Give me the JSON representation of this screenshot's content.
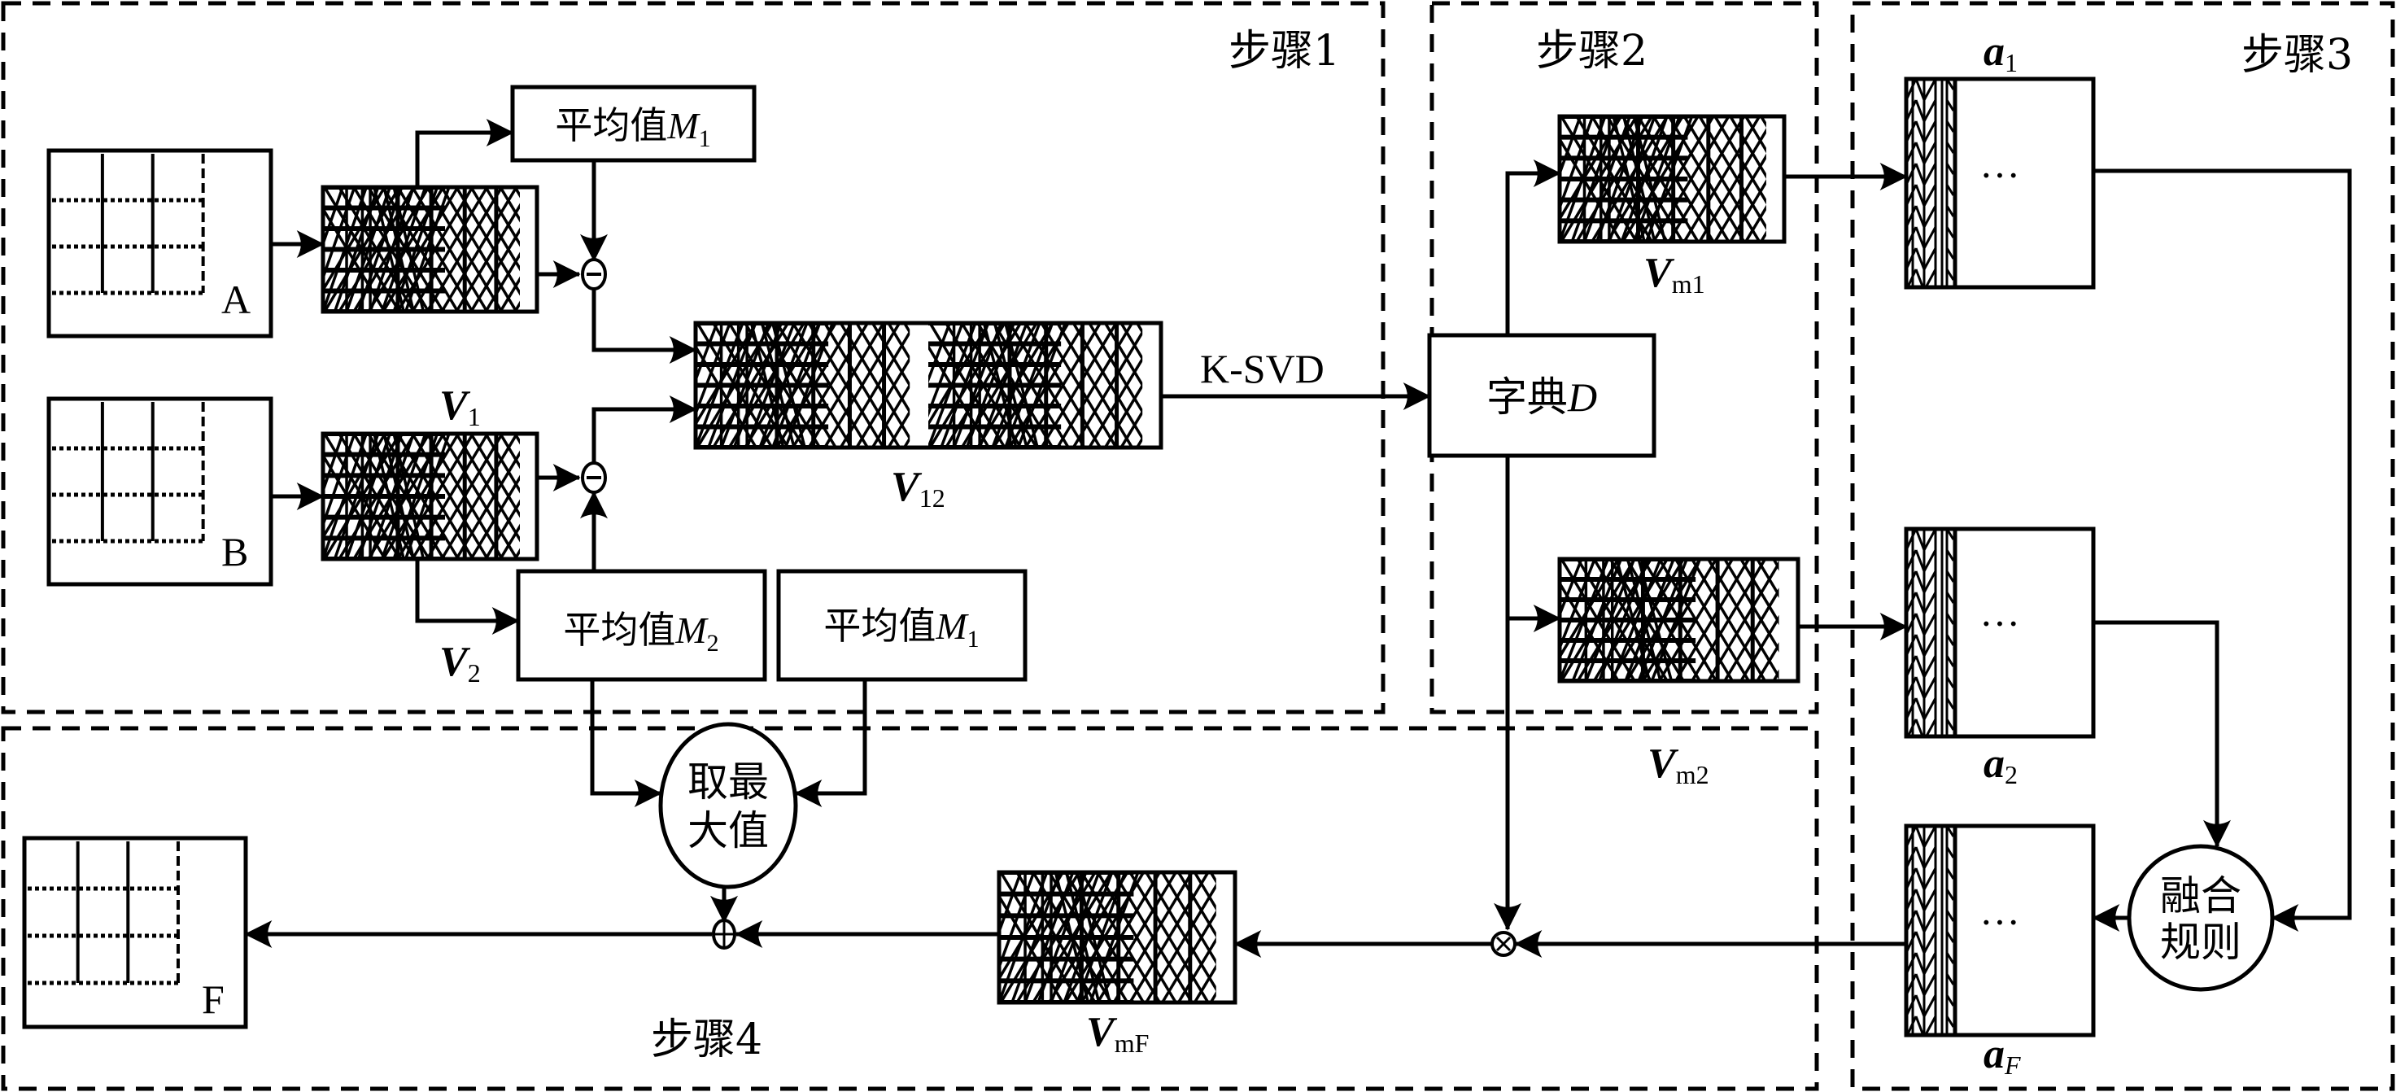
{
  "diagram": {
    "steps": {
      "step1": "步骤1",
      "step2": "步骤2",
      "step3": "步骤3",
      "step4": "步骤4"
    },
    "images": {
      "A": "A",
      "B": "B",
      "F": "F"
    },
    "vectors": {
      "V1": {
        "main": "V",
        "sub": "1"
      },
      "V2": {
        "main": "V",
        "sub": "2"
      },
      "V12": {
        "main": "V",
        "sub": "12"
      },
      "Vm1": {
        "main": "V",
        "sub": "m1"
      },
      "Vm2": {
        "main": "V",
        "sub": "m2"
      },
      "VmF": {
        "main": "V",
        "sub": "mF"
      }
    },
    "coefficients": {
      "a1": {
        "main": "a",
        "sub": "1"
      },
      "a2": {
        "main": "a",
        "sub": "2"
      },
      "aF": {
        "main": "a",
        "sub": "F"
      },
      "ellipsis": "···"
    },
    "boxes": {
      "mean_top": {
        "prefix": "平均值",
        "var": "M",
        "sub": "1"
      },
      "mean_m2": {
        "prefix": "平均值",
        "var": "M",
        "sub": "2"
      },
      "mean_m1_bottom": {
        "prefix": "平均值",
        "var": "M",
        "sub": "1"
      },
      "dictionary": {
        "prefix": "字典",
        "var": "D"
      }
    },
    "operations": {
      "ksvd": "K-SVD",
      "max_line1": "取最",
      "max_line2": "大值",
      "fusion_line1": "融合",
      "fusion_line2": "规则",
      "minus": "−",
      "plus": "+",
      "times": "×"
    }
  }
}
